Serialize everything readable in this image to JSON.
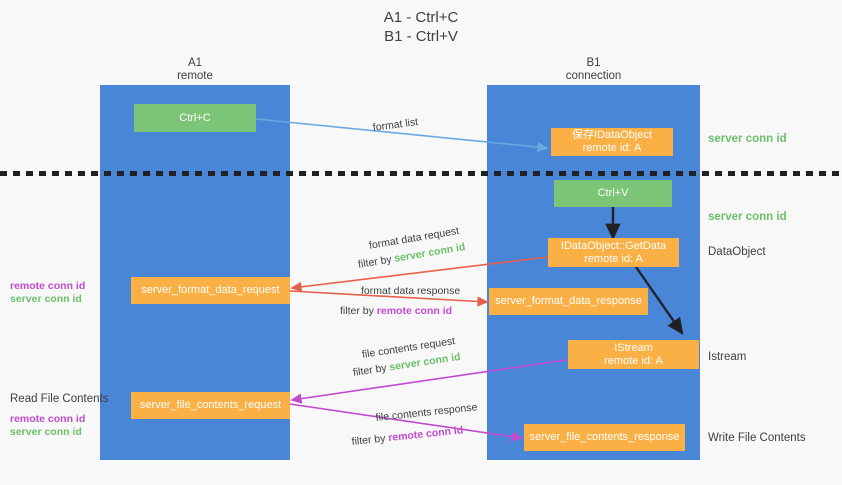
{
  "title": "A1 - Ctrl+C\nB1 - Ctrl+V",
  "columns": [
    {
      "name": "A1",
      "sub": "remote",
      "label": "A1\nremote"
    },
    {
      "name": "B1",
      "sub": "connection",
      "label": "B1\nconnection"
    }
  ],
  "colors": {
    "lane": "#4a86d8",
    "green_box": "#7cc576",
    "orange_box": "#fbb045",
    "server_conn_id": "#6cbf6a",
    "remote_conn_id": "#c14ad0",
    "arrow_blue": "#6aa8e0",
    "arrow_red": "#e8604c",
    "arrow_magenta": "#c14ad0",
    "arrow_black": "#202124",
    "background": "#f8f8f8"
  },
  "boxes": {
    "ctrl_c": "Ctrl+C",
    "ctrl_v": "Ctrl+V",
    "idataobject": "保存IDataObject\nremote id: A",
    "idataobject_getdata": "IDataObject::GetData\nremote id: A",
    "istream": "IStream\nremote id: A",
    "server_format_data_request": "server_format_data_request",
    "server_format_data_response": "server_format_data_response",
    "server_file_contents_request": "server_file_contents_request",
    "server_file_contents_response": "server_file_contents_response"
  },
  "right_notes": {
    "server_conn_id_top": "server conn id",
    "server_conn_id_mid": "server conn id",
    "dataobject": "DataObject",
    "istream": "Istream",
    "write_file_contents": "Write File Contents"
  },
  "left_notes": {
    "remote_conn_id_1": "remote conn id",
    "server_conn_id_1": "server conn id",
    "read_file_contents": "Read File Contents",
    "remote_conn_id_2": "remote conn id",
    "server_conn_id_2": "server conn id"
  },
  "edge_labels": {
    "format_list": "format list",
    "format_data_request": "format data request",
    "format_data_request_filter_prefix": "filter by ",
    "format_data_request_filter_value": "server conn id",
    "format_data_response": "format data response",
    "format_data_response_filter_prefix": "filter by ",
    "format_data_response_filter_value": "remote conn id",
    "file_contents_request": "file contents request",
    "file_contents_request_filter_prefix": "filter by ",
    "file_contents_request_filter_value": "server conn id",
    "file_contents_response": "file contents response",
    "file_contents_response_filter_prefix": "filter by ",
    "file_contents_response_filter_value": "remote conn id"
  }
}
